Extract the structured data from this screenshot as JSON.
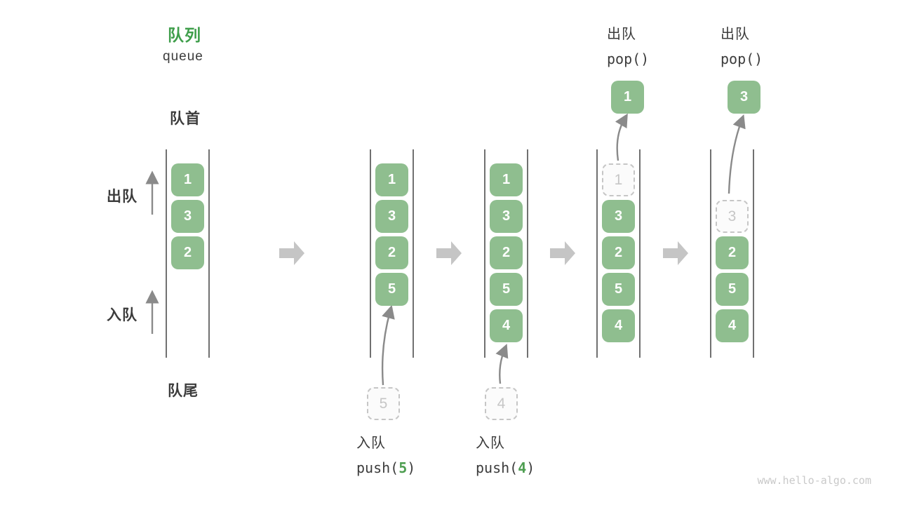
{
  "title": {
    "zh": "队列",
    "en": "queue"
  },
  "side_labels": {
    "front": "队首",
    "rear": "队尾",
    "dequeue": "出队",
    "enqueue": "入队"
  },
  "colors": {
    "title_green": "#3f9e4b",
    "box_green": "#8fbe8f",
    "box_text": "#ffffff",
    "text_dark": "#3c3c3c",
    "ghost_gray": "#c6c6c6",
    "thin_arrow": "#8a8a8a",
    "block_arrow": "#c5c5c5",
    "wall": "#4d4d4d",
    "code_green": "#4e9e51",
    "watermark_gray": "#c9c9c9"
  },
  "queues": [
    {
      "name": "state-initial",
      "cells": [
        {
          "value": "1",
          "slot": 0,
          "ghost": false
        },
        {
          "value": "3",
          "slot": 1,
          "ghost": false
        },
        {
          "value": "2",
          "slot": 2,
          "ghost": false
        }
      ]
    },
    {
      "name": "state-after-push-5",
      "cells": [
        {
          "value": "1",
          "slot": 0,
          "ghost": false
        },
        {
          "value": "3",
          "slot": 1,
          "ghost": false
        },
        {
          "value": "2",
          "slot": 2,
          "ghost": false
        },
        {
          "value": "5",
          "slot": 3,
          "ghost": false
        }
      ],
      "insert_value": "5"
    },
    {
      "name": "state-after-push-4",
      "cells": [
        {
          "value": "1",
          "slot": 0,
          "ghost": false
        },
        {
          "value": "3",
          "slot": 1,
          "ghost": false
        },
        {
          "value": "2",
          "slot": 2,
          "ghost": false
        },
        {
          "value": "5",
          "slot": 3,
          "ghost": false
        },
        {
          "value": "4",
          "slot": 4,
          "ghost": false
        }
      ],
      "insert_value": "4"
    },
    {
      "name": "state-pop-1",
      "cells": [
        {
          "value": "1",
          "slot": 0,
          "ghost": true
        },
        {
          "value": "3",
          "slot": 1,
          "ghost": false
        },
        {
          "value": "2",
          "slot": 2,
          "ghost": false
        },
        {
          "value": "5",
          "slot": 3,
          "ghost": false
        },
        {
          "value": "4",
          "slot": 4,
          "ghost": false
        }
      ],
      "popped_value": "1"
    },
    {
      "name": "state-pop-3",
      "cells": [
        {
          "value": "3",
          "slot": 1,
          "ghost": true
        },
        {
          "value": "2",
          "slot": 2,
          "ghost": false
        },
        {
          "value": "5",
          "slot": 3,
          "ghost": false
        },
        {
          "value": "4",
          "slot": 4,
          "ghost": false
        }
      ],
      "popped_value": "3"
    }
  ],
  "operations": [
    {
      "zh": "入队",
      "code_parts": [
        {
          "text": "push("
        },
        {
          "text": "5",
          "green": true
        },
        {
          "text": ")"
        }
      ]
    },
    {
      "zh": "入队",
      "code_parts": [
        {
          "text": "push("
        },
        {
          "text": "4",
          "green": true
        },
        {
          "text": ")"
        }
      ]
    },
    {
      "zh": "出队",
      "code_parts": [
        {
          "text": "pop()"
        }
      ]
    },
    {
      "zh": "出队",
      "code_parts": [
        {
          "text": "pop()"
        }
      ]
    }
  ],
  "watermark": "www.hello-algo.com"
}
